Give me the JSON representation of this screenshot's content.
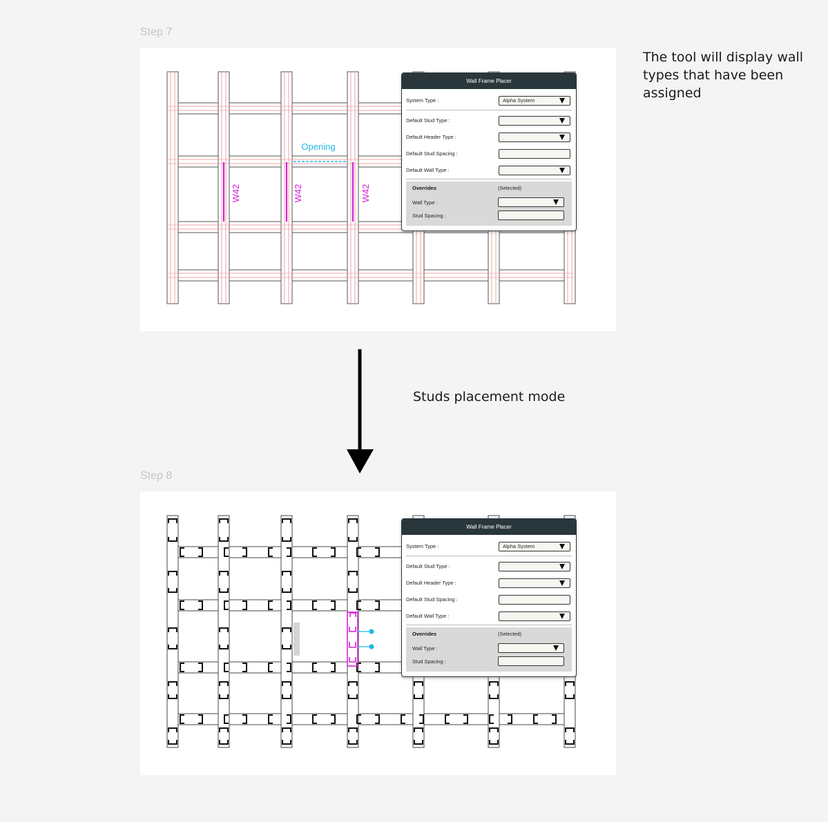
{
  "steps": {
    "step7_label": "Step 7",
    "step8_label": "Step 8"
  },
  "annotations": {
    "description": "The tool will display wall types that have been assigned",
    "mode_label": "Studs placement mode"
  },
  "drawing7": {
    "opening_label": "Opening",
    "wall_tag": "W42"
  },
  "panel": {
    "title": "Wall Frame Placer",
    "system_type_label": "System Type :",
    "system_type_value": "Alpha System",
    "default_stud_type_label": "Default Stud Type :",
    "default_header_type_label": "Default Header Type :",
    "default_stud_spacing_label": "Default Stud Spacing :",
    "default_wall_type_label": "Default Wall Type :",
    "overrides_label": "Overrides",
    "selected_label": "(Selected)",
    "wall_type_label": "Wall Type :",
    "stud_spacing_label": "Stud Spacing :"
  },
  "colors": {
    "background": "#f4f4f4",
    "panel_header": "#29363c",
    "wall_tag": "#d61fd6",
    "opening": "#1fb8e6",
    "centerline": "#f2a0a0",
    "wall_outline": "#555555"
  }
}
